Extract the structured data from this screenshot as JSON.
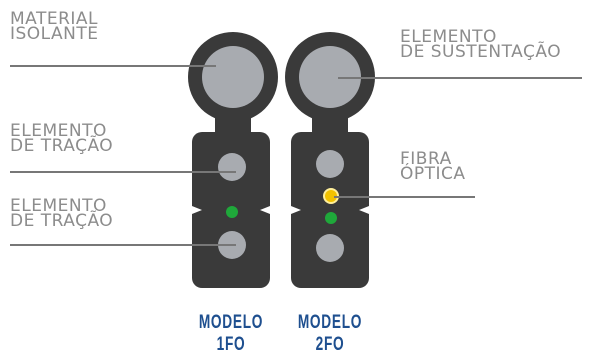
{
  "labels": {
    "material_isolante": [
      "MATERIAL",
      "ISOLANTE"
    ],
    "elemento_tracao_1": [
      "ELEMENTO",
      "DE TRAÇÃO"
    ],
    "elemento_tracao_2": [
      "ELEMENTO",
      "DE TRAÇÃO"
    ],
    "elemento_sustentacao": [
      "ELEMENTO",
      "DE SUSTENTAÇÃO"
    ],
    "fibra_optica": [
      "FIBRA",
      "ÓPTICA"
    ]
  },
  "models": {
    "modelo_1fo": [
      "MODELO",
      "1FO"
    ],
    "modelo_2fo": [
      "MODELO",
      "2FO"
    ]
  },
  "colors": {
    "cable_body": "#3a3a3a",
    "element_fill": "#a8abb0",
    "green_fiber": "#1fa83a",
    "yellow_fiber": "#f2c200",
    "yellow_ring": "#ffef9a",
    "leader_line": "#777777",
    "label_text": "#8c8c8c",
    "model_text": "#1e4f8f"
  }
}
